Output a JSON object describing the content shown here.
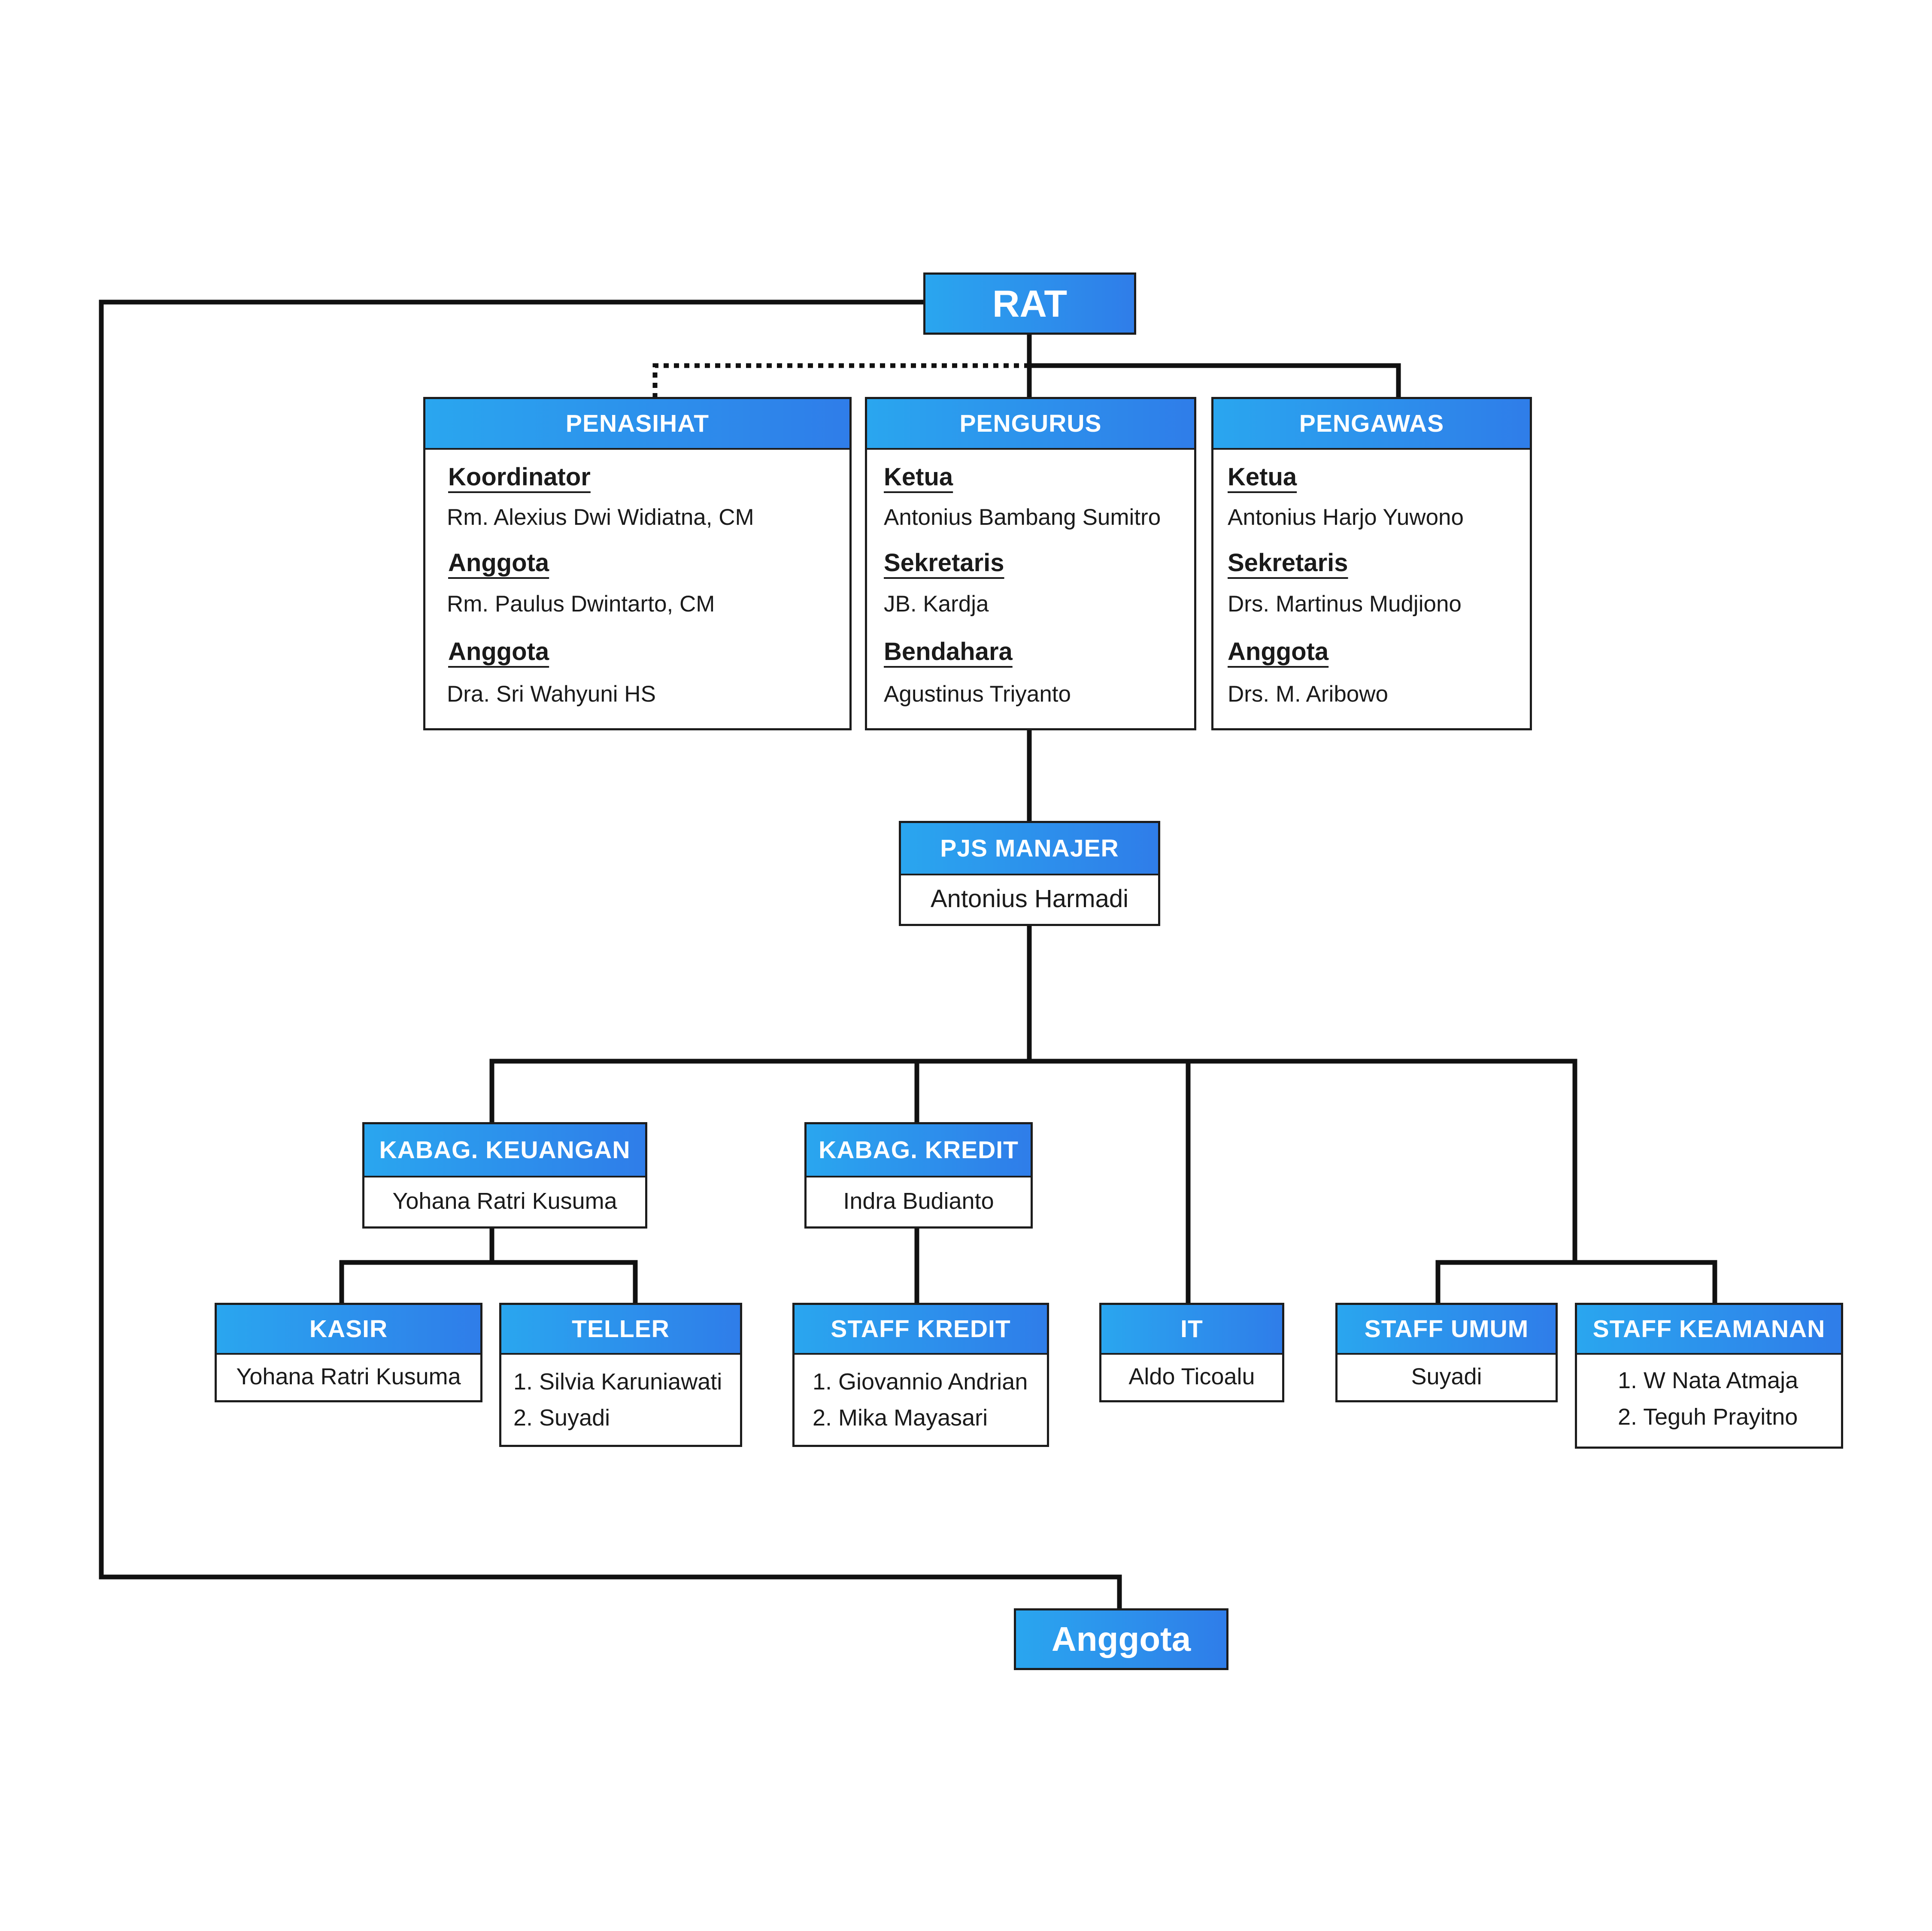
{
  "rat": {
    "label": "RAT"
  },
  "penasihat": {
    "title": "PENASIHAT",
    "roles": [
      {
        "role": "Koordinator",
        "name": "Rm. Alexius Dwi Widiatna, CM"
      },
      {
        "role": "Anggota",
        "name": "Rm. Paulus Dwintarto, CM"
      },
      {
        "role": "Anggota",
        "name": "Dra. Sri Wahyuni HS"
      }
    ]
  },
  "pengurus": {
    "title": "PENGURUS",
    "roles": [
      {
        "role": "Ketua",
        "name": "Antonius Bambang Sumitro"
      },
      {
        "role": "Sekretaris",
        "name": "JB. Kardja"
      },
      {
        "role": "Bendahara",
        "name": "Agustinus Triyanto"
      }
    ]
  },
  "pengawas": {
    "title": "PENGAWAS",
    "roles": [
      {
        "role": "Ketua",
        "name": "Antonius Harjo Yuwono"
      },
      {
        "role": "Sekretaris",
        "name": "Drs. Martinus Mudjiono"
      },
      {
        "role": "Anggota",
        "name": "Drs. M. Aribowo"
      }
    ]
  },
  "manajer": {
    "title": "PJS MANAJER",
    "name": "Antonius Harmadi"
  },
  "keuangan": {
    "title": "KABAG. KEUANGAN",
    "name": "Yohana Ratri Kusuma"
  },
  "kredit": {
    "title": "KABAG. KREDIT",
    "name": "Indra Budianto"
  },
  "kasir": {
    "title": "KASIR",
    "name": "Yohana Ratri Kusuma"
  },
  "teller": {
    "title": "TELLER",
    "members": [
      "1. Silvia Karuniawati",
      "2. Suyadi"
    ]
  },
  "staff_kredit": {
    "title": "STAFF KREDIT",
    "members": [
      "1. Giovannio Andrian",
      "2. Mika Mayasari"
    ]
  },
  "it": {
    "title": "IT",
    "name": "Aldo Ticoalu"
  },
  "staff_umum": {
    "title": "STAFF UMUM",
    "name": "Suyadi"
  },
  "staff_keamanan": {
    "title": "STAFF KEAMANAN",
    "members": [
      "1. W Nata Atmaja",
      "2. Teguh Prayitno"
    ]
  },
  "anggota": {
    "label": "Anggota"
  },
  "colors": {
    "header_start": "#2aa6ef",
    "header_end": "#2f7de9",
    "line": "#111111"
  }
}
